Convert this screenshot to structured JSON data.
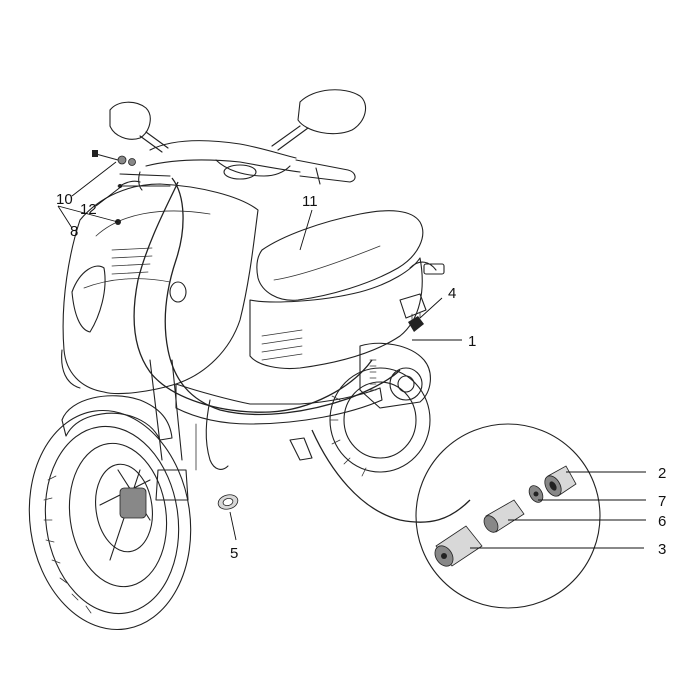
{
  "diagram": {
    "callouts": [
      {
        "id": "c1",
        "text": "1"
      },
      {
        "id": "c2",
        "text": "2"
      },
      {
        "id": "c3",
        "text": "3"
      },
      {
        "id": "c4",
        "text": "4"
      },
      {
        "id": "c5",
        "text": "5"
      },
      {
        "id": "c6",
        "text": "6"
      },
      {
        "id": "c7",
        "text": "7"
      },
      {
        "id": "c8",
        "text": "8"
      },
      {
        "id": "c10",
        "text": "10"
      },
      {
        "id": "c11",
        "text": "11"
      },
      {
        "id": "c12",
        "text": "12"
      }
    ]
  }
}
